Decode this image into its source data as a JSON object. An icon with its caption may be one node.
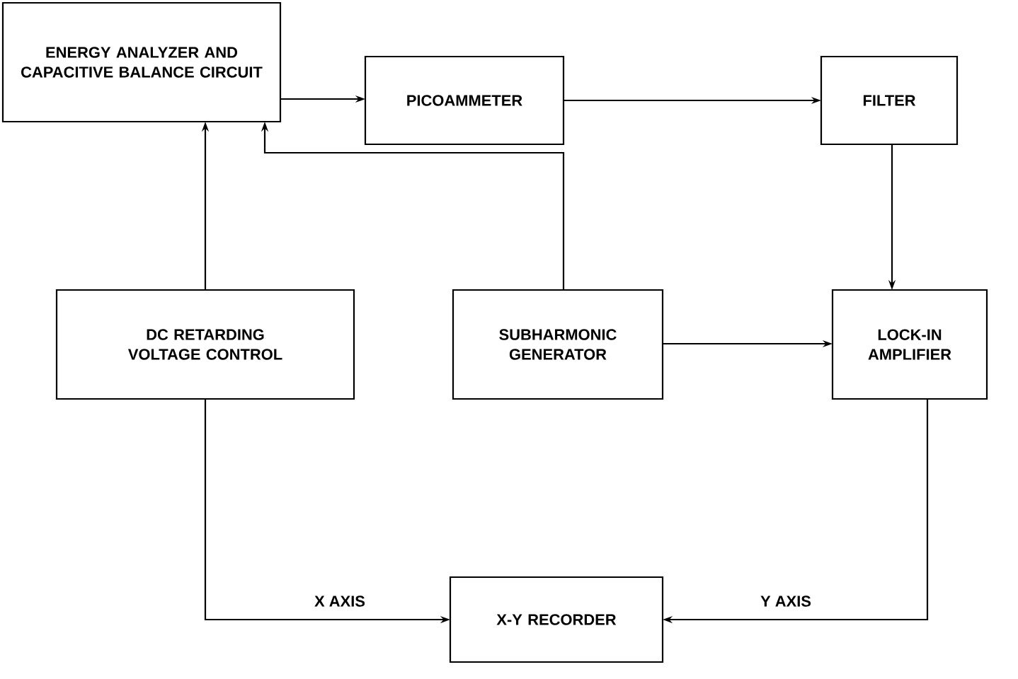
{
  "diagram": {
    "nodes": [
      {
        "text": [
          "ENERGY ANALYZER AND CAPACITIVE BALANCE CIRCUIT"
        ]
      },
      {
        "text": [
          "PICOAMMETER"
        ]
      },
      {
        "text": [
          "FILTER"
        ]
      },
      {
        "text": [
          "DC RETARDING VOLTAGE CONTROL"
        ]
      },
      {
        "text": [
          "SUBHARMONIC GENERATOR"
        ]
      },
      {
        "text": [
          "LOCK-IN AMPLIFIER"
        ]
      },
      {
        "text": [
          "X-Y RECORDER"
        ]
      }
    ],
    "edges": [
      {
        "from": 0,
        "to": 1,
        "arrow": "to"
      },
      {
        "from": 1,
        "to": 2,
        "arrow": "to"
      },
      {
        "from": 2,
        "to": 5,
        "arrow": "to"
      },
      {
        "from": 3,
        "to": 0,
        "arrow": "to"
      },
      {
        "from": 4,
        "to": 0,
        "arrow": "to"
      },
      {
        "from": 4,
        "to": 5,
        "arrow": "to"
      },
      {
        "from": 3,
        "to": 6,
        "arrow": "to",
        "label": "X AXIS"
      },
      {
        "from": 5,
        "to": 6,
        "arrow": "to",
        "label": "Y AXIS"
      }
    ]
  }
}
